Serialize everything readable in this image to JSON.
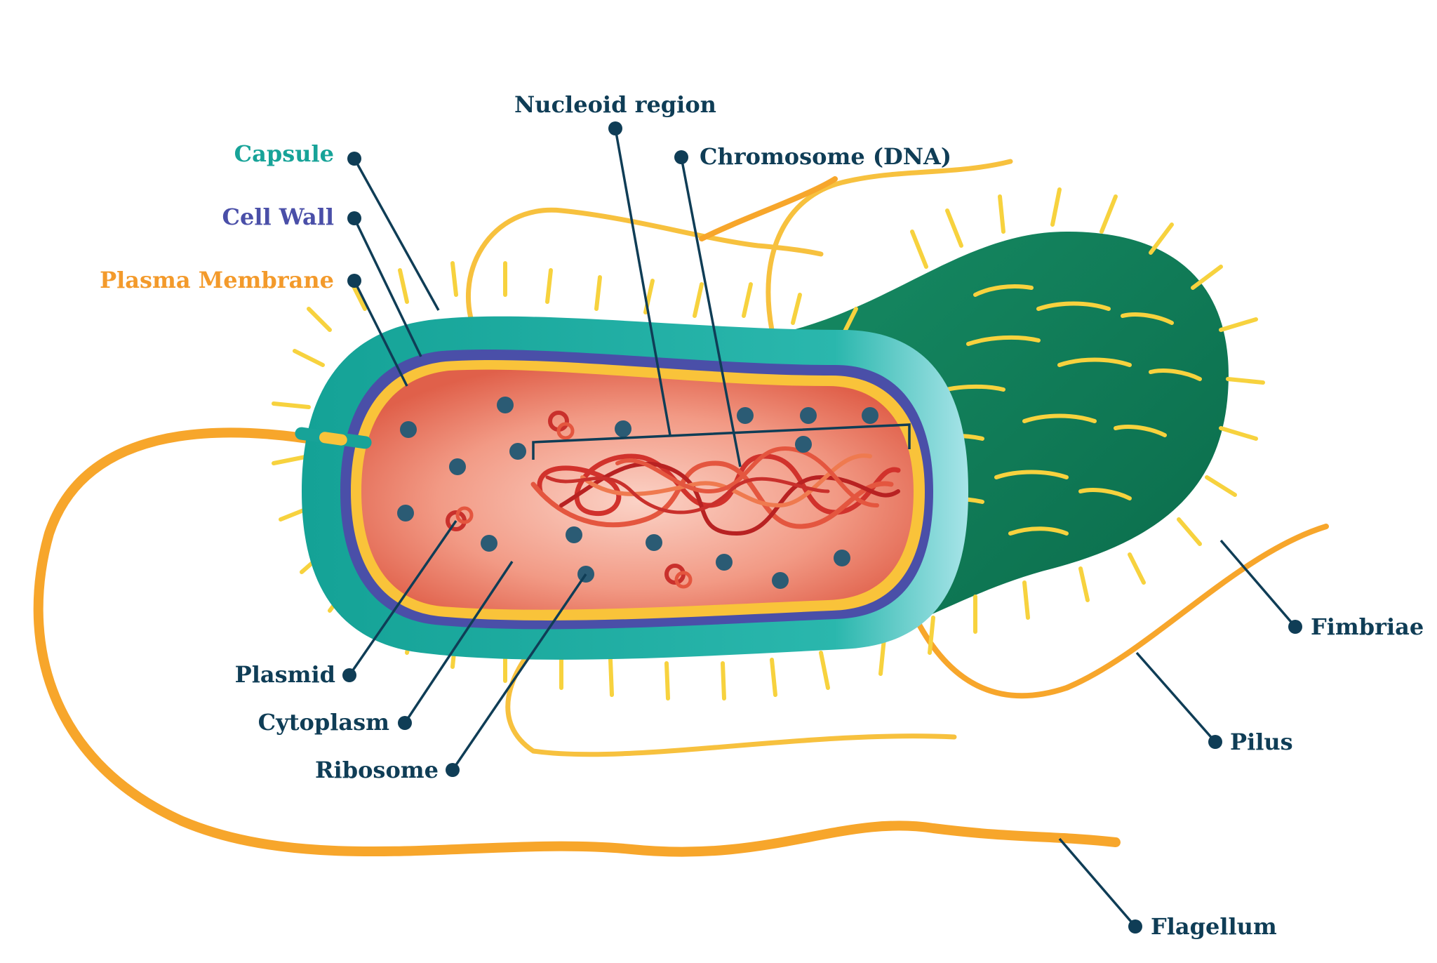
{
  "labels": {
    "nucleoid_region": "Nucleoid region",
    "chromosome": "Chromosome (DNA)",
    "capsule": "Capsule",
    "cell_wall": "Cell Wall",
    "plasma_membrane": "Plasma Membrane",
    "plasmid": "Plasmid",
    "cytoplasm": "Cytoplasm",
    "ribosome": "Ribosome",
    "fimbriae": "Fimbriae",
    "pilus": "Pilus",
    "flagellum": "Flagellum"
  },
  "colors": {
    "label_default": "#0f3d56",
    "capsule": "#17a398",
    "cell_wall": "#4a4fa8",
    "plasma_membrane": "#f39a2b",
    "cytoplasm": "#f08a76",
    "capsule_outer": "#1fb3a8",
    "back_body": "#0b7a55",
    "fimbriae": "#f7d23e",
    "flagellum": "#f7a62b",
    "dna": "#c9302c"
  }
}
